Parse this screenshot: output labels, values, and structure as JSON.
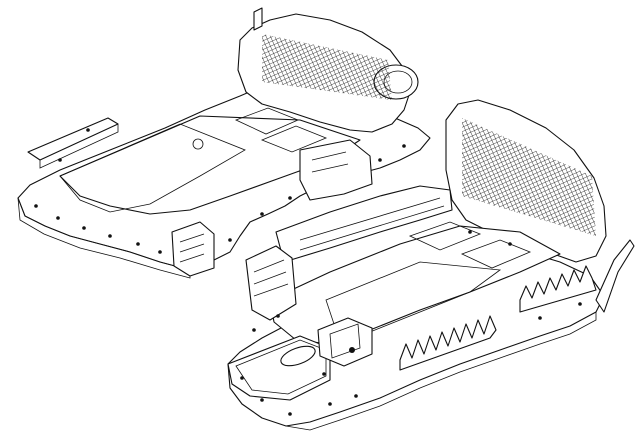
{
  "figure": {
    "description_visible_text": "",
    "colors": {
      "line": "#111111",
      "background": "#ffffff"
    },
    "parts": [
      {
        "id": "upper-pack-housing",
        "grid": "mesh-panel"
      },
      {
        "id": "lower-pack-housing",
        "grid": "mesh-panel"
      }
    ]
  }
}
